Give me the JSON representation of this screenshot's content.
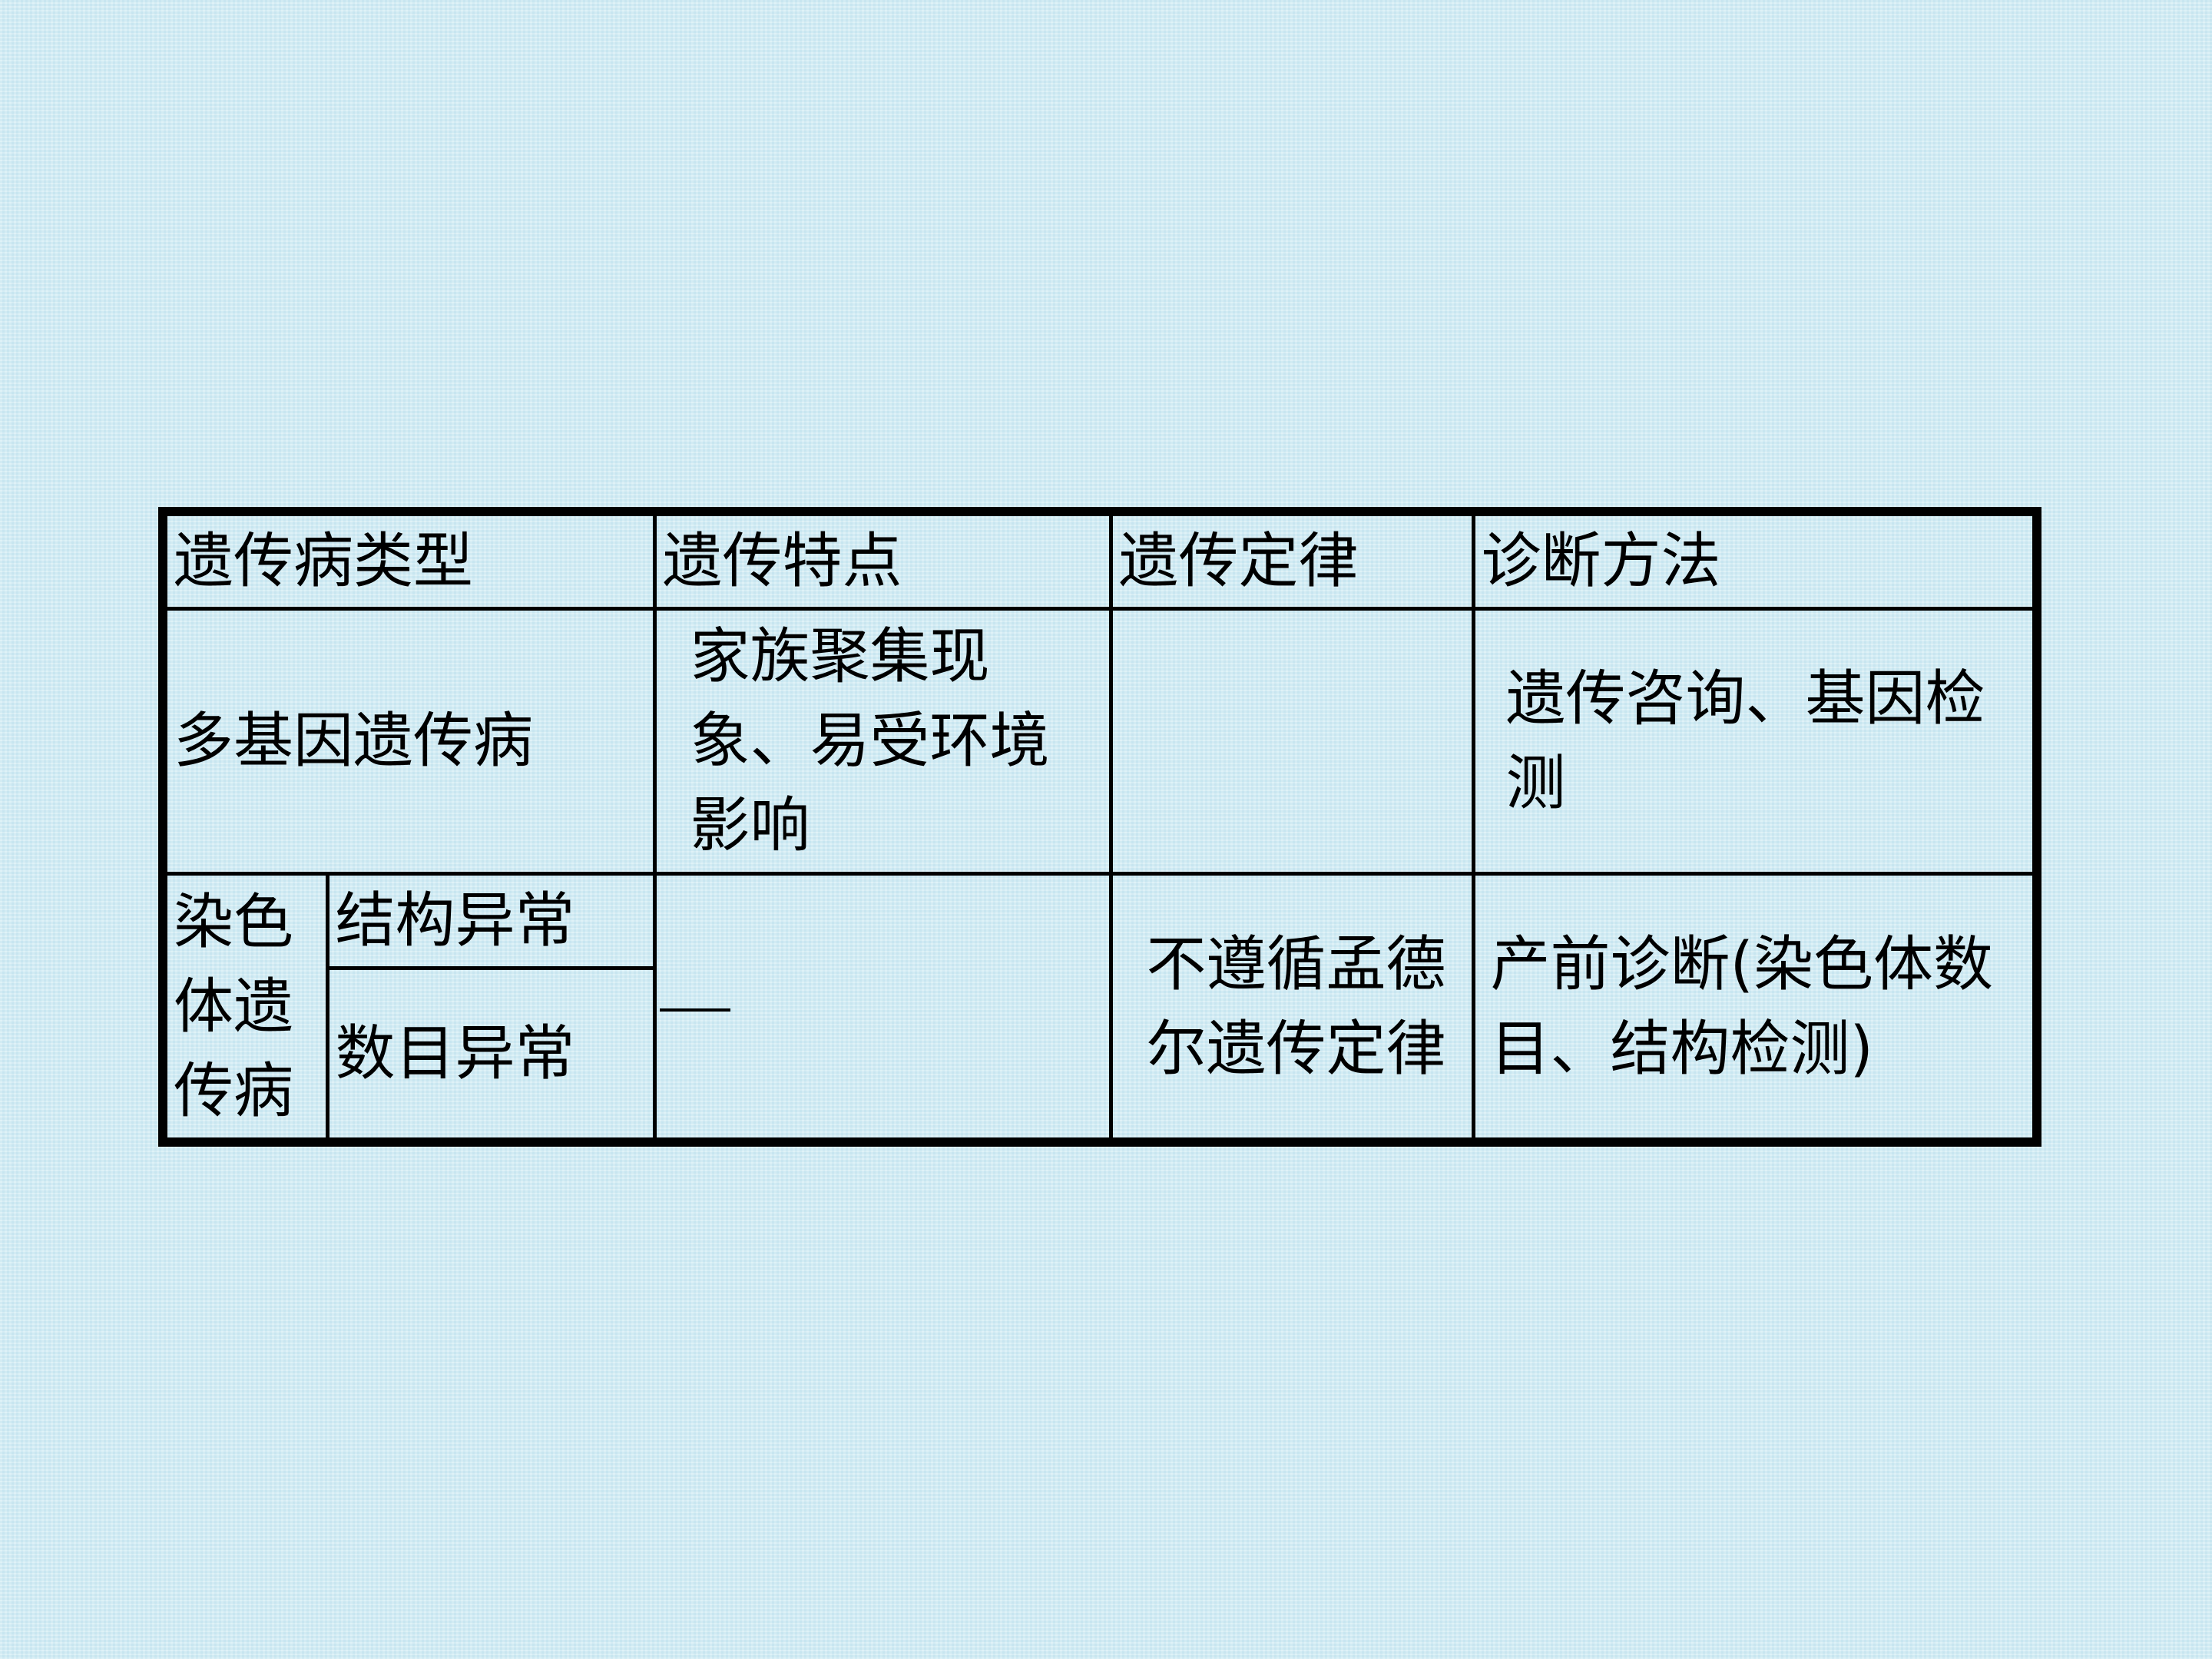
{
  "table": {
    "headers": [
      "遗传病类型",
      "遗传特点",
      "遗传定律",
      "诊断方法"
    ],
    "rows": {
      "polygenic": {
        "type": "多基因遗传病",
        "features": "家族聚集现象、易受环境影响",
        "law": "",
        "diagnosis": "遗传咨询、基因检测"
      },
      "chromosomal": {
        "type": "染色体遗传病",
        "subtypes": [
          "结构异常",
          "数目异常"
        ],
        "features": "—",
        "law": "不遵循孟德尔遗传定律",
        "diagnosis": "产前诊断(染色体数目、结构检测)"
      }
    }
  },
  "colors": {
    "background": "#d2ecf4",
    "border": "#000000",
    "text": "#000000"
  }
}
